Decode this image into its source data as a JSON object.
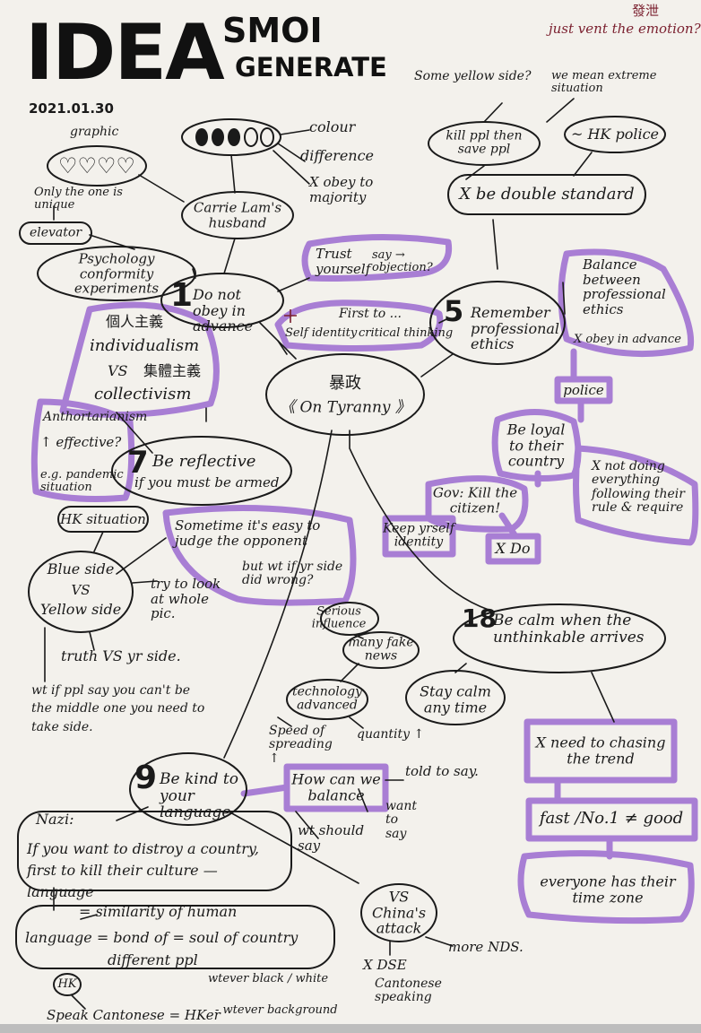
{
  "header": {
    "title": "IDEA",
    "sub1": "SMOI",
    "sub2": "GENERATE",
    "date": "2021.01.30"
  },
  "topleft": {
    "graphic": "graphic",
    "hearts": "♡♡♡♡",
    "unique": "Only the one is unique",
    "elevator": "elevator",
    "psychology": "Psychology conformity experiments",
    "carrie": "Carrie Lam's husband",
    "colour": "colour",
    "difference": "difference",
    "obey": "X obey to majority"
  },
  "node1": {
    "num": "1",
    "label": "Do not obey in advance",
    "trust": "Trust yourself",
    "say_objection": "say → objection?",
    "first_to": "First to ...",
    "self_identity": "Self identity",
    "critical": "critical thinking"
  },
  "center": {
    "chinese": "暴政",
    "label": "《 On Tyranny 》"
  },
  "left": {
    "ind_cn": "個人主義",
    "individualism": "individualism",
    "vs": "VS",
    "col_cn": "集體主義",
    "collectivism": "collectivism",
    "authoritarianism": "Anthortarianism",
    "effective": "↑ effective?",
    "pandemic": "e.g. pandemic situation"
  },
  "node7": {
    "num": "7",
    "label1": "Be reflective",
    "label2": "if you must be armed"
  },
  "hk": {
    "situation": "HK situation",
    "blue": "Blue side",
    "vs": "VS",
    "yellow": "Yellow side",
    "try_look": "try to look at whole pic.",
    "sometime": "Sometime it's easy to judge the opponent",
    "but_wt": "but wt if yr side did wrong?",
    "truth": "truth VS yr side.",
    "wt_if": "wt if ppl say you can't be the middle one you need to take side."
  },
  "node5": {
    "num": "5",
    "label": "Remember professional ethics",
    "balance": "Balance between professional ethics",
    "x_obey": "X obey in advance",
    "police": "police",
    "loyal": "Be loyal to their country",
    "x_not": "X not doing everything following their rule & require",
    "gov": "Gov: Kill the citizen!",
    "keep": "Keep yrself identity",
    "x_do": "X Do"
  },
  "topright": {
    "vent_cn": "發泄",
    "just_vent": "just vent the emotion?",
    "yellow_side": "Some yellow side?",
    "extreme": "we mean extreme situation",
    "kill": "kill ppl then save ppl",
    "hkpolice": "~ HK police",
    "double": "X be double standard"
  },
  "node18": {
    "num": "18",
    "label": "Be calm when the unthinkable arrives",
    "stay": "Stay calm any time",
    "chasing": "X need to chasing the trend",
    "fast": "fast /No.1 ≠ good",
    "everyone": "everyone has their time zone"
  },
  "middle": {
    "serious": "Serious influence",
    "fake": "many fake news",
    "tech": "technology advanced",
    "speed": "Speed of spreading ↑",
    "quantity": "quantity ↑"
  },
  "node9": {
    "num": "9",
    "label": "Be kind to your language",
    "balance": "How can we balance",
    "told": "told to say.",
    "should": "wt should say",
    "want": "want to say",
    "nazi": "Nazi:",
    "destroy": "If you want to distroy a country, first to kill their culture — language",
    "similarity": "= similarity of human",
    "bond": "language = bond of = soul of country",
    "diff_ppl": "different ppl",
    "china": "VS China's attack",
    "more_nds": "more NDS.",
    "dse": "X DSE",
    "cantonese_speak": "Cantonese speaking",
    "hk": "HK",
    "speak": "Speak Cantonese = HKer",
    "wtever_bw": "wtever black / white",
    "wtever_bg": "- wtever background"
  },
  "colors": {
    "ink": "#1a1a1a",
    "purple": "#9b6ad0",
    "maroon": "#7a1f2e",
    "paper": "#f3f1ec"
  }
}
